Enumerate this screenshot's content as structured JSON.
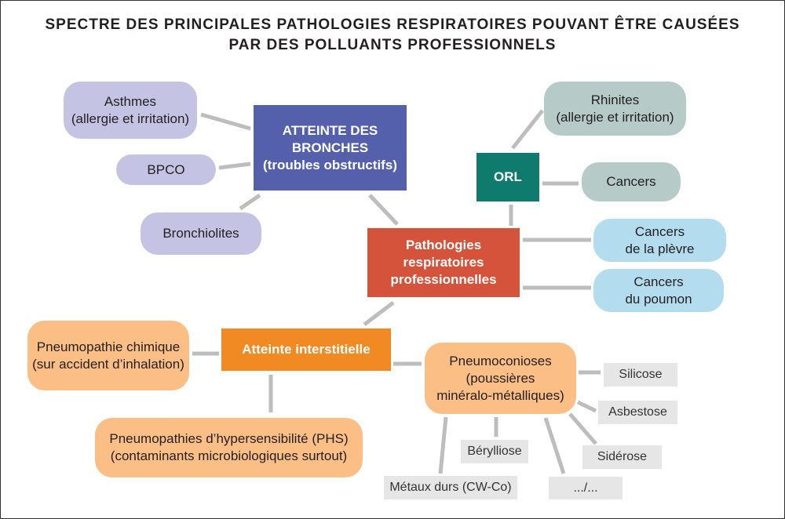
{
  "title": {
    "line1": "SPECTRE DES PRINCIPALES PATHOLOGIES RESPIRATOIRES POUVANT ÊTRE CAUSÉES",
    "line2": "PAR DES POLLUANTS PROFESSIONNELS"
  },
  "center": {
    "line1": "Pathologies",
    "line2": "respiratoires",
    "line3": "professionnelles"
  },
  "bronches": {
    "line1": "ATTEINTE DES BRONCHES",
    "line2": "(troubles obstructifs)",
    "asthmes1": "Asthmes",
    "asthmes2": "(allergie et irritation)",
    "bpco": "BPCO",
    "bronchiolites": "Bronchiolites"
  },
  "orl": {
    "label": "ORL",
    "rhinites1": "Rhinites",
    "rhinites2": "(allergie et irritation)",
    "cancers": "Cancers"
  },
  "cancers": {
    "plevre1": "Cancers",
    "plevre2": "de la plèvre",
    "poumon1": "Cancers",
    "poumon2": "du poumon"
  },
  "interstitielle": {
    "label": "Atteinte interstitielle",
    "chimique1": "Pneumopathie chimique",
    "chimique2": "(sur accident d’inhalation)",
    "phs1": "Pneumopathies d’hypersensibilité (PHS)",
    "phs2": "(contaminants microbiologiques surtout)",
    "pneumo1": "Pneumoconioses",
    "pneumo2": "(poussières",
    "pneumo3": "minéralo-métalliques)"
  },
  "pneumoconioses": {
    "silicose": "Silicose",
    "asbestose": "Asbestose",
    "siderose": "Sidérose",
    "berylliose": "Bérylliose",
    "metaux": "Métaux durs (CW-Co)",
    "etc": ".../..."
  },
  "colors": {
    "bronches": "#5560ad",
    "bronches_light": "#c5c3e3",
    "orl": "#0f7b6f",
    "orl_light": "#b6cac7",
    "center": "#d4533a",
    "cancers": "#b3dcef",
    "interstitielle": "#f28a24",
    "interstitielle_light": "#fbbf86",
    "grey": "#e6e6e7"
  }
}
